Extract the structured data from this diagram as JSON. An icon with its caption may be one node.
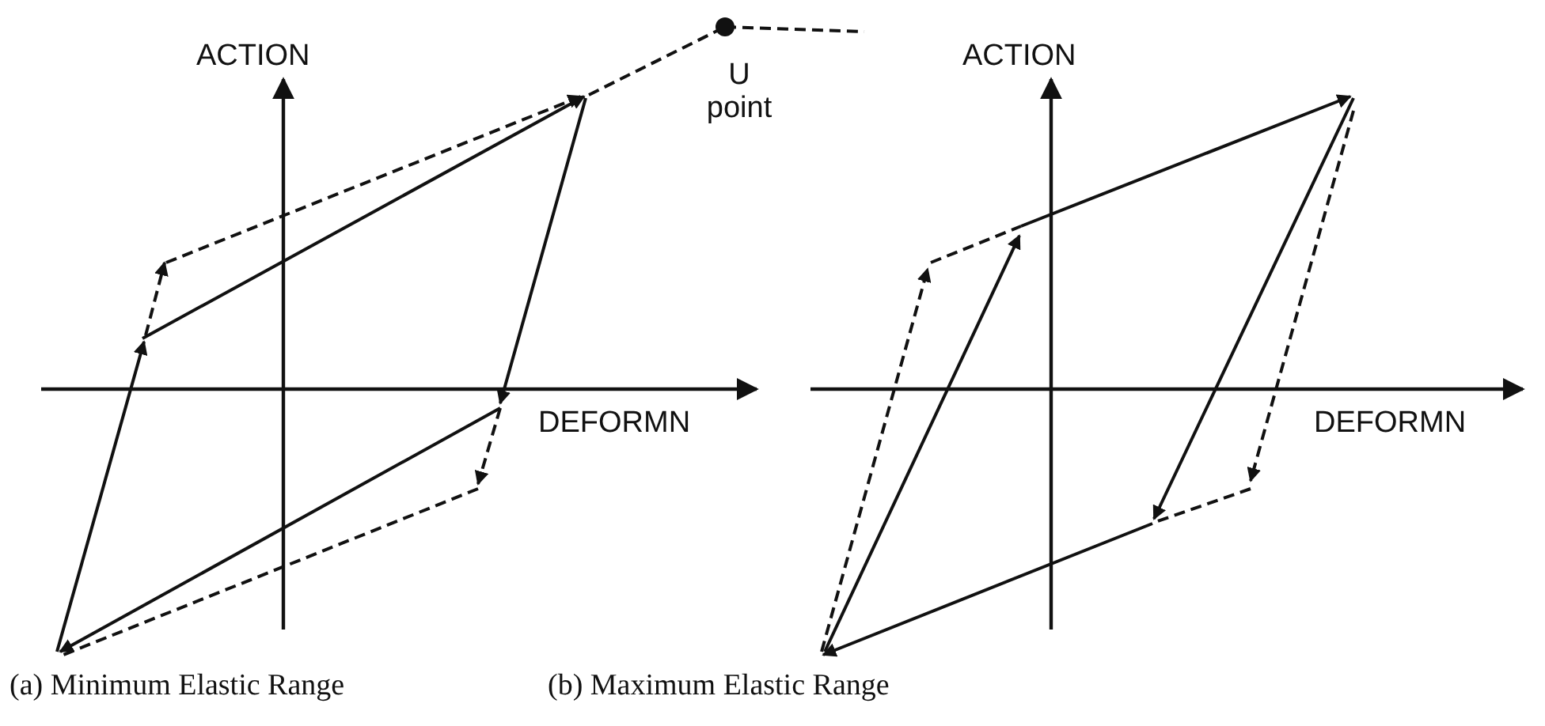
{
  "diagram": {
    "labels": [
      "ACTION",
      "U point",
      "DEFORMN",
      "ACTION",
      "DEFORMN",
      "(a) Minimum Elastic Range",
      "(b) Maximum Elastic Range"
    ]
  }
}
